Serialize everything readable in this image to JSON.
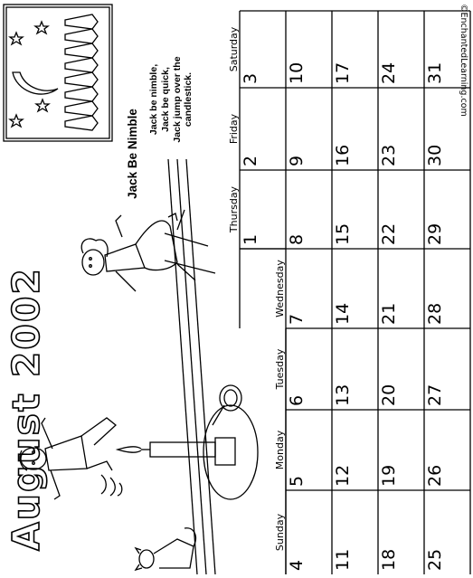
{
  "header": {
    "title": "August 2002",
    "copyright": "©EnchantedLearning.com"
  },
  "poem": {
    "title": "Jack Be Nimble",
    "lines": [
      "Jack be nimble,",
      "Jack be quick,",
      "Jack jump over the",
      "candlestick."
    ]
  },
  "calendar": {
    "day_names": [
      "Sunday",
      "Monday",
      "Tuesday",
      "Wednesday",
      "Thursday",
      "Friday",
      "Saturday"
    ],
    "weeks": [
      [
        "",
        "",
        "",
        "",
        "1",
        "2",
        "3"
      ],
      [
        "4",
        "5",
        "6",
        "7",
        "8",
        "9",
        "10"
      ],
      [
        "11",
        "12",
        "13",
        "14",
        "15",
        "16",
        "17"
      ],
      [
        "18",
        "19",
        "20",
        "21",
        "22",
        "23",
        "24"
      ],
      [
        "25",
        "26",
        "27",
        "28",
        "29",
        "30",
        "31"
      ]
    ]
  },
  "illustration": {
    "icons": [
      "moon-icon",
      "star-icon",
      "tree-icon",
      "boy-jumping",
      "girl-on-chair",
      "candlestick",
      "cat"
    ]
  }
}
